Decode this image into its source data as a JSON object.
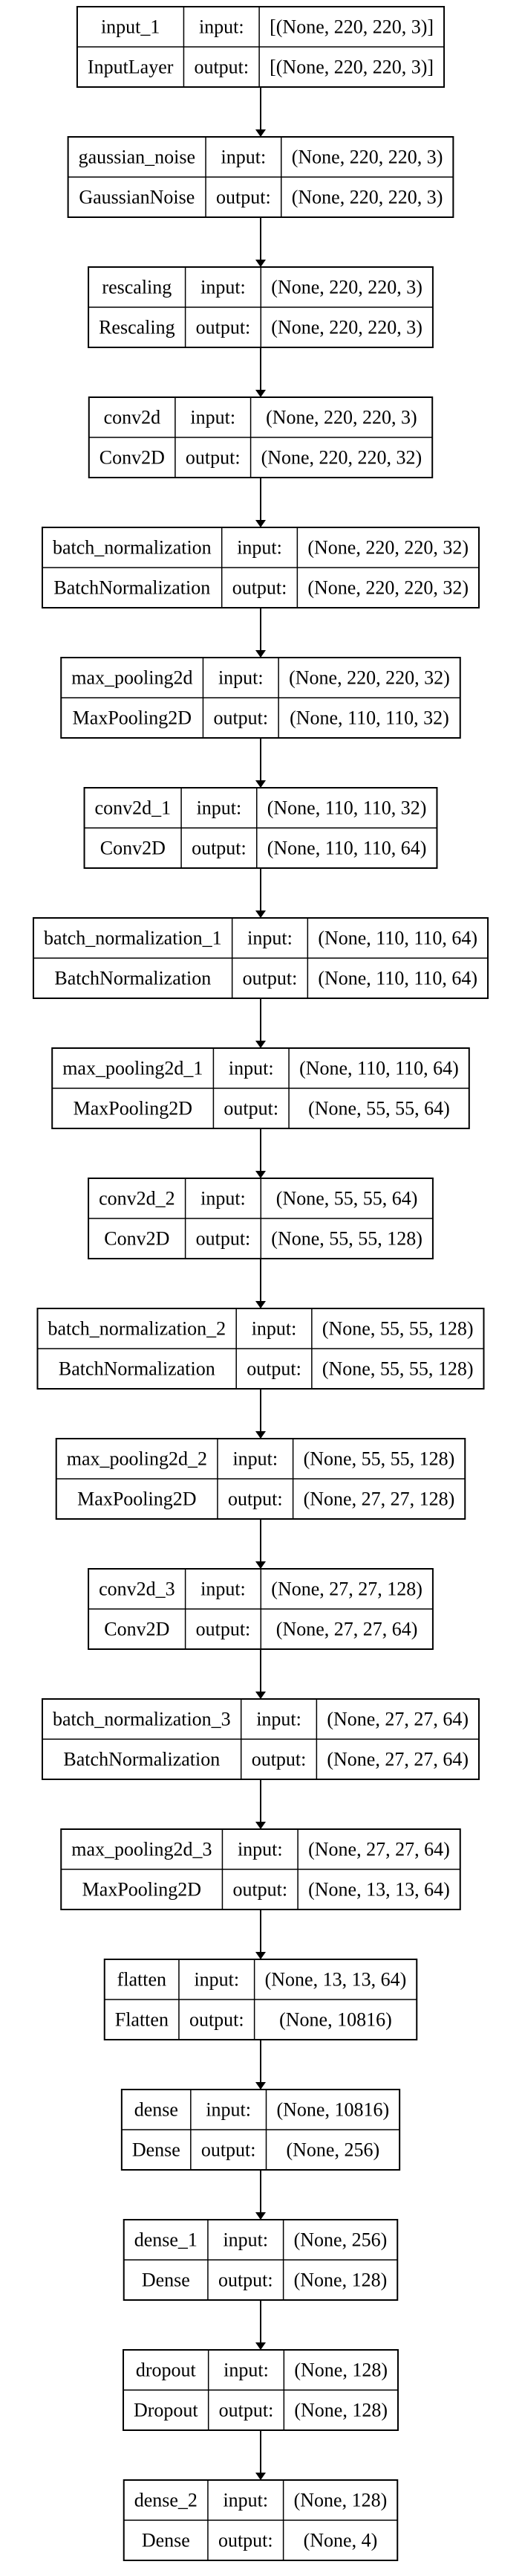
{
  "layers": [
    {
      "name": "input_1",
      "type": "InputLayer",
      "input_label": "input:",
      "output_label": "output:",
      "input_shape": "[(None, 220, 220, 3)]",
      "output_shape": "[(None, 220, 220, 3)]"
    },
    {
      "name": "gaussian_noise",
      "type": "GaussianNoise",
      "input_label": "input:",
      "output_label": "output:",
      "input_shape": "(None, 220, 220, 3)",
      "output_shape": "(None, 220, 220, 3)"
    },
    {
      "name": "rescaling",
      "type": "Rescaling",
      "input_label": "input:",
      "output_label": "output:",
      "input_shape": "(None, 220, 220, 3)",
      "output_shape": "(None, 220, 220, 3)"
    },
    {
      "name": "conv2d",
      "type": "Conv2D",
      "input_label": "input:",
      "output_label": "output:",
      "input_shape": "(None, 220, 220, 3)",
      "output_shape": "(None, 220, 220, 32)"
    },
    {
      "name": "batch_normalization",
      "type": "BatchNormalization",
      "input_label": "input:",
      "output_label": "output:",
      "input_shape": "(None, 220, 220, 32)",
      "output_shape": "(None, 220, 220, 32)"
    },
    {
      "name": "max_pooling2d",
      "type": "MaxPooling2D",
      "input_label": "input:",
      "output_label": "output:",
      "input_shape": "(None, 220, 220, 32)",
      "output_shape": "(None, 110, 110, 32)"
    },
    {
      "name": "conv2d_1",
      "type": "Conv2D",
      "input_label": "input:",
      "output_label": "output:",
      "input_shape": "(None, 110, 110, 32)",
      "output_shape": "(None, 110, 110, 64)"
    },
    {
      "name": "batch_normalization_1",
      "type": "BatchNormalization",
      "input_label": "input:",
      "output_label": "output:",
      "input_shape": "(None, 110, 110, 64)",
      "output_shape": "(None, 110, 110, 64)"
    },
    {
      "name": "max_pooling2d_1",
      "type": "MaxPooling2D",
      "input_label": "input:",
      "output_label": "output:",
      "input_shape": "(None, 110, 110, 64)",
      "output_shape": "(None, 55, 55, 64)"
    },
    {
      "name": "conv2d_2",
      "type": "Conv2D",
      "input_label": "input:",
      "output_label": "output:",
      "input_shape": "(None, 55, 55, 64)",
      "output_shape": "(None, 55, 55, 128)"
    },
    {
      "name": "batch_normalization_2",
      "type": "BatchNormalization",
      "input_label": "input:",
      "output_label": "output:",
      "input_shape": "(None, 55, 55, 128)",
      "output_shape": "(None, 55, 55, 128)"
    },
    {
      "name": "max_pooling2d_2",
      "type": "MaxPooling2D",
      "input_label": "input:",
      "output_label": "output:",
      "input_shape": "(None, 55, 55, 128)",
      "output_shape": "(None, 27, 27, 128)"
    },
    {
      "name": "conv2d_3",
      "type": "Conv2D",
      "input_label": "input:",
      "output_label": "output:",
      "input_shape": "(None, 27, 27, 128)",
      "output_shape": "(None, 27, 27, 64)"
    },
    {
      "name": "batch_normalization_3",
      "type": "BatchNormalization",
      "input_label": "input:",
      "output_label": "output:",
      "input_shape": "(None, 27, 27, 64)",
      "output_shape": "(None, 27, 27, 64)"
    },
    {
      "name": "max_pooling2d_3",
      "type": "MaxPooling2D",
      "input_label": "input:",
      "output_label": "output:",
      "input_shape": "(None, 27, 27, 64)",
      "output_shape": "(None, 13, 13, 64)"
    },
    {
      "name": "flatten",
      "type": "Flatten",
      "input_label": "input:",
      "output_label": "output:",
      "input_shape": "(None, 13, 13, 64)",
      "output_shape": "(None, 10816)"
    },
    {
      "name": "dense",
      "type": "Dense",
      "input_label": "input:",
      "output_label": "output:",
      "input_shape": "(None, 10816)",
      "output_shape": "(None, 256)"
    },
    {
      "name": "dense_1",
      "type": "Dense",
      "input_label": "input:",
      "output_label": "output:",
      "input_shape": "(None, 256)",
      "output_shape": "(None, 128)"
    },
    {
      "name": "dropout",
      "type": "Dropout",
      "input_label": "input:",
      "output_label": "output:",
      "input_shape": "(None, 128)",
      "output_shape": "(None, 128)"
    },
    {
      "name": "dense_2",
      "type": "Dense",
      "input_label": "input:",
      "output_label": "output:",
      "input_shape": "(None, 128)",
      "output_shape": "(None, 4)"
    }
  ]
}
